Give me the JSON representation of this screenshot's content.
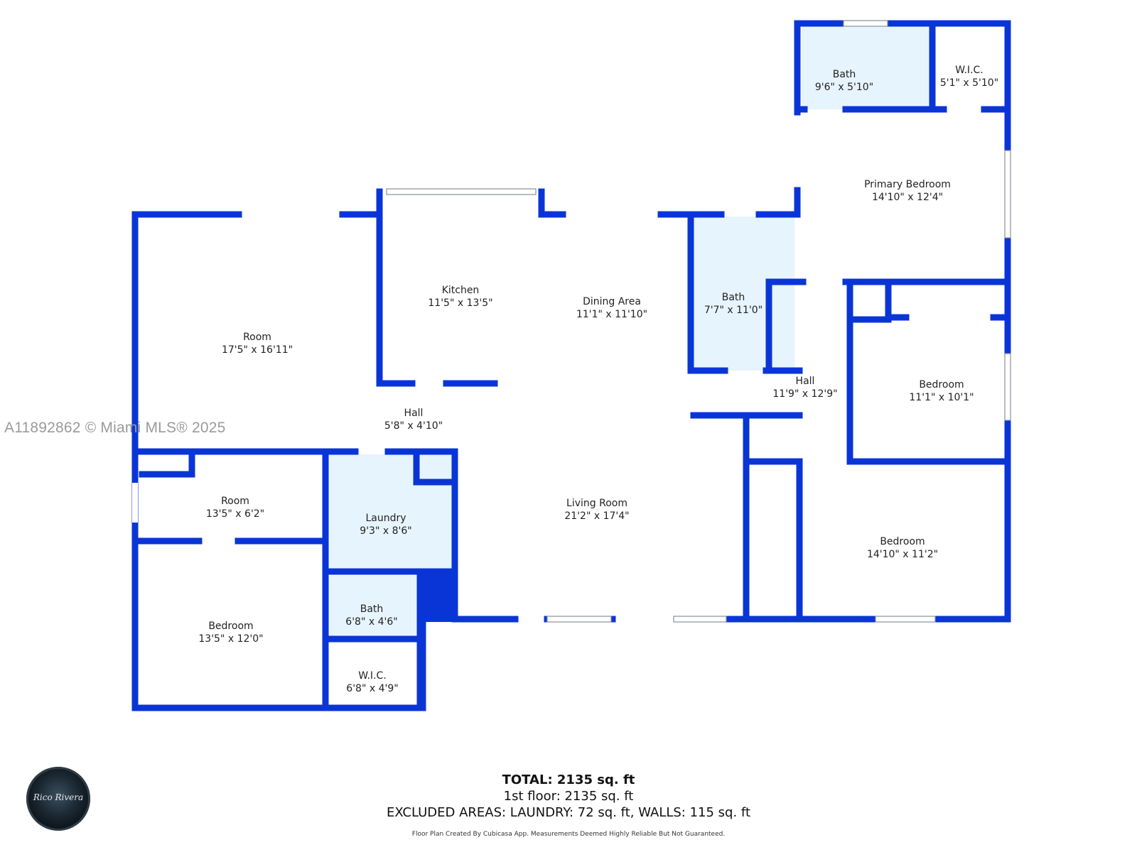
{
  "watermark": "A11892862 © Miami MLS® 2025",
  "rooms": [
    {
      "id": "room-large",
      "name": "Room",
      "dims": "17'5\" x 16'11\""
    },
    {
      "id": "kitchen",
      "name": "Kitchen",
      "dims": "11'5\" x 13'5\""
    },
    {
      "id": "dining-area",
      "name": "Dining Area",
      "dims": "11'1\" x 11'10\""
    },
    {
      "id": "bath-center",
      "name": "Bath",
      "dims": "7'7\" x 11'0\""
    },
    {
      "id": "bath-primary",
      "name": "Bath",
      "dims": "9'6\" x 5'10\""
    },
    {
      "id": "wic-primary",
      "name": "W.I.C.",
      "dims": "5'1\" x 5'10\""
    },
    {
      "id": "primary-bedroom",
      "name": "Primary Bedroom",
      "dims": "14'10\" x 12'4\""
    },
    {
      "id": "hall-right",
      "name": "Hall",
      "dims": "11'9\" x 12'9\""
    },
    {
      "id": "bedroom-right-upper",
      "name": "Bedroom",
      "dims": "11'1\" x 10'1\""
    },
    {
      "id": "bedroom-right-lower",
      "name": "Bedroom",
      "dims": "14'10\" x 11'2\""
    },
    {
      "id": "hall-left",
      "name": "Hall",
      "dims": "5'8\" x 4'10\""
    },
    {
      "id": "room-small",
      "name": "Room",
      "dims": "13'5\" x 6'2\""
    },
    {
      "id": "laundry",
      "name": "Laundry",
      "dims": "9'3\" x 8'6\""
    },
    {
      "id": "living-room",
      "name": "Living Room",
      "dims": "21'2\" x 17'4\""
    },
    {
      "id": "bath-left",
      "name": "Bath",
      "dims": "6'8\" x 4'6\""
    },
    {
      "id": "bedroom-left",
      "name": "Bedroom",
      "dims": "13'5\" x 12'0\""
    },
    {
      "id": "wic-left",
      "name": "W.I.C.",
      "dims": "6'8\" x 4'9\""
    }
  ],
  "totals": {
    "total": "TOTAL: 2135 sq. ft",
    "floor": "1st floor: 2135 sq. ft",
    "excluded": "EXCLUDED AREAS: LAUNDRY: 72 sq. ft, WALLS: 115 sq. ft"
  },
  "disclaimer": "Floor Plan Created By Cubicasa App. Measurements Deemed Highly Reliable But Not Guaranteed.",
  "logo_text": "Rico Rivera",
  "colors": {
    "wall": "#0a35d6",
    "bath_fill": "#e6f4fd",
    "background": "#ffffff"
  }
}
